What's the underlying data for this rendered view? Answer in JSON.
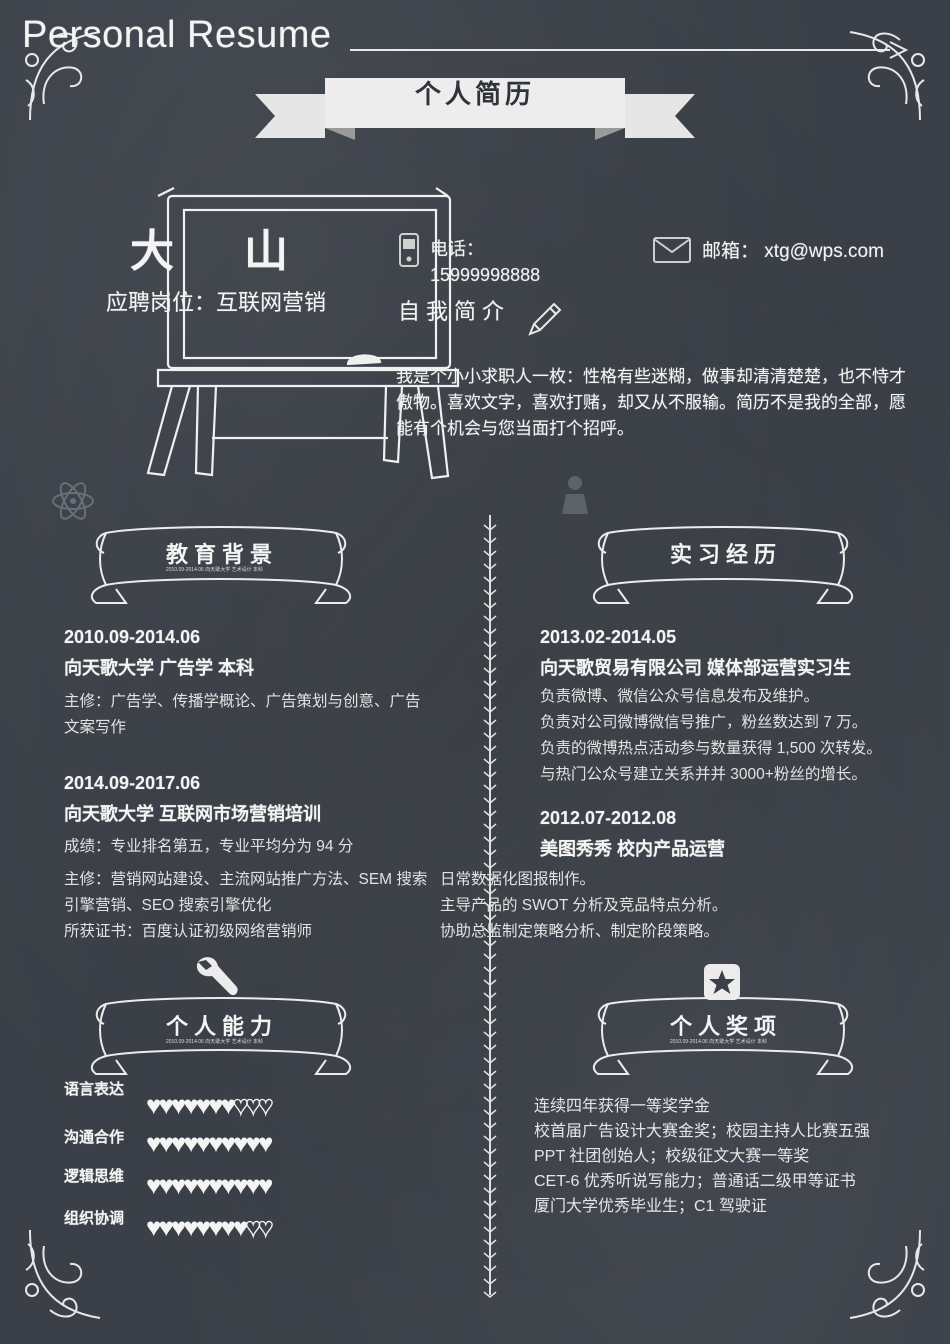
{
  "header": {
    "title": "Personal Resume",
    "banner": "个人简历"
  },
  "profile": {
    "name": "大山",
    "position": "应聘岗位：互联网营销",
    "phone_label": "电话：",
    "phone": "15999998888",
    "email_label": "邮箱：",
    "email": "xtg@wps.com"
  },
  "intro": {
    "title": "自我简介",
    "text": "我是个小小求职人一枚：性格有些迷糊，做事却清清楚楚，也不恃才傲物。喜欢文字，喜欢打赌，却又从不服输。简历不是我的全部，愿能有个机会与您当面打个招呼。"
  },
  "education": {
    "title": "教育背景",
    "ribbon_small": "2010.09-2014.06  向天歌大学  艺术设计  本科",
    "entries": [
      {
        "date": "2010.09-2014.06",
        "org": "向天歌大学  广告学  本科",
        "lines": [
          "主修：广告学、传播学概论、广告策划与创意、广告",
          "文案写作"
        ]
      },
      {
        "date": "2014.09-2017.06",
        "org": "向天歌大学  互联网市场营销培训",
        "lines": [
          "成绩：专业排名第五，专业平均分为 94 分"
        ]
      }
    ],
    "extra_lines": [
      "主修：营销网站建设、主流网站推广方法、SEM 搜索",
      "引擎营销、SEO 搜索引擎优化",
      "所获证书：百度认证初级网络营销师"
    ]
  },
  "internship": {
    "title": "实习经历",
    "entries": [
      {
        "date": "2013.02-2014.05",
        "org": "向天歌贸易有限公司  媒体部运营实习生",
        "lines": [
          "负责微博、微信公众号信息发布及维护。",
          "负责对公司微博微信号推广，粉丝数达到 7 万。",
          "负责的微博热点活动参与数量获得 1,500 次转发。",
          "与热门公众号建立关系并并 3000+粉丝的增长。"
        ]
      },
      {
        "date": "2012.07-2012.08",
        "org": "美图秀秀  校内产品运营",
        "lines": []
      }
    ],
    "extra_lines": [
      "日常数据化图报制作。",
      "主导产品的 SWOT 分析及竞品特点分析。",
      "协助总监制定策略分析、制定阶段策略。"
    ]
  },
  "skills": {
    "title": "个人能力",
    "ribbon_small": "2010.09-2014.06  向天歌大学  艺术设计  本科",
    "items": [
      {
        "label": "语言表达",
        "filled": 7,
        "total": 10
      },
      {
        "label": "沟通合作",
        "filled": 10,
        "total": 10
      },
      {
        "label": "逻辑思维",
        "filled": 10,
        "total": 10
      },
      {
        "label": "组织协调",
        "filled": 8,
        "total": 10
      }
    ]
  },
  "awards": {
    "title": "个人奖项",
    "ribbon_small": "2010.09-2014.06  向天歌大学  艺术设计  本科",
    "lines": [
      "连续四年获得一等奖学金",
      "校首届广告设计大赛金奖；校园主持人比赛五强",
      "PPT 社团创始人；校级征文大赛一等奖",
      "CET-6 优秀听说写能力；普通话二级甲等证书",
      "厦门大学优秀毕业生；C1 驾驶证"
    ]
  },
  "colors": {
    "board": "#3b4048",
    "chalk": "#f4f4f4"
  }
}
